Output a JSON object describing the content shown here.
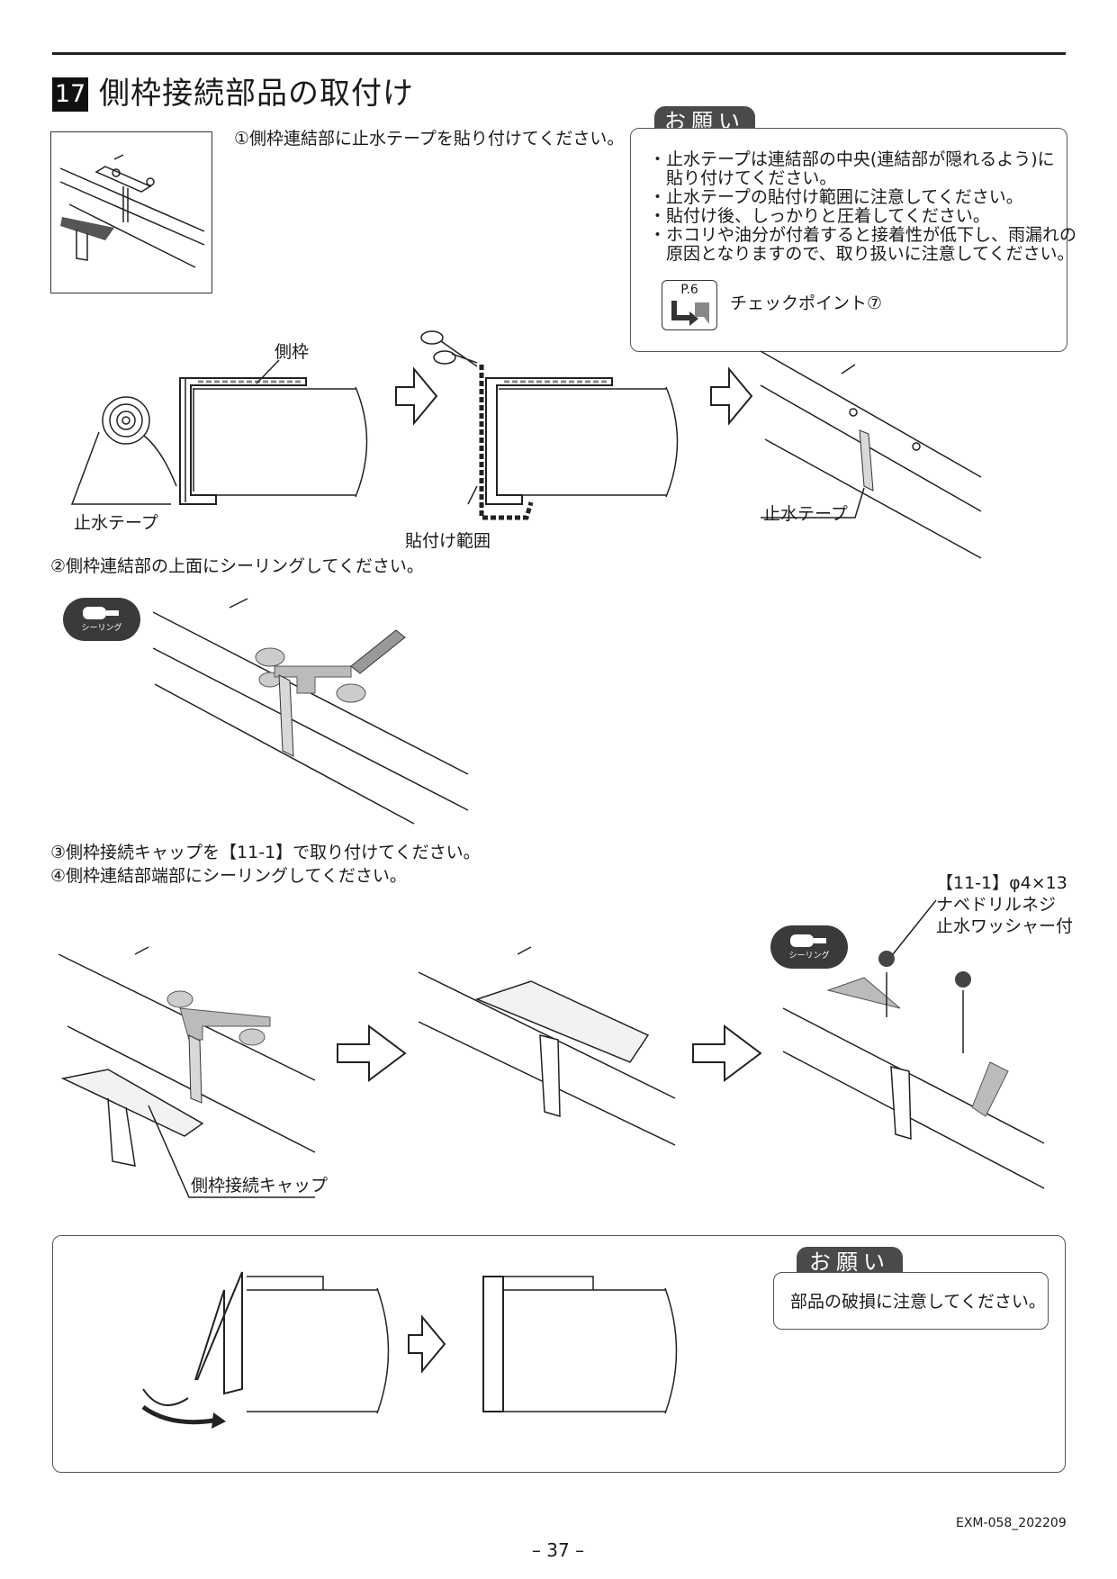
{
  "header": {
    "step_number": "17",
    "title": "側枠接続部品の取付け"
  },
  "steps": {
    "step1": "①側枠連結部に止水テープを貼り付けてください。",
    "step2": "②側枠連結部の上面にシーリングしてください。",
    "step3": "③側枠接続キャップを【11-1】で取り付けてください。",
    "step4": "④側枠連結部端部にシーリングしてください。"
  },
  "notice1": {
    "tag": "お願い",
    "items": [
      "・止水テープは連結部の中央(連結部が隠れるよう)に",
      "　貼り付けてください。",
      "・止水テープの貼付け範囲に注意してください。",
      "・貼付け後、しっかりと圧着してください。",
      "・ホコリや油分が付着すると接着性が低下し、雨漏れの",
      "　原因となりますので、取り扱いに注意してください。"
    ],
    "ref_page": "P.6",
    "check_point": "チェックポイント⑦"
  },
  "labels": {
    "side_frame": "側枠",
    "tape": "止水テープ",
    "paste_range": "貼付け範囲",
    "tape2": "止水テープ",
    "sealing_icon": "シーリング",
    "sealing_icon2": "シーリング",
    "cap": "側枠接続キャップ",
    "screw_ref": "【11-1】φ4×13",
    "screw_name": "ナベドリルネジ",
    "screw_washer": "止水ワッシャー付"
  },
  "notice2": {
    "tag": "お願い",
    "text": "部品の破損に注意してください。"
  },
  "footer": {
    "doc_code": "EXM-058_202209",
    "page": "– 37 –"
  }
}
